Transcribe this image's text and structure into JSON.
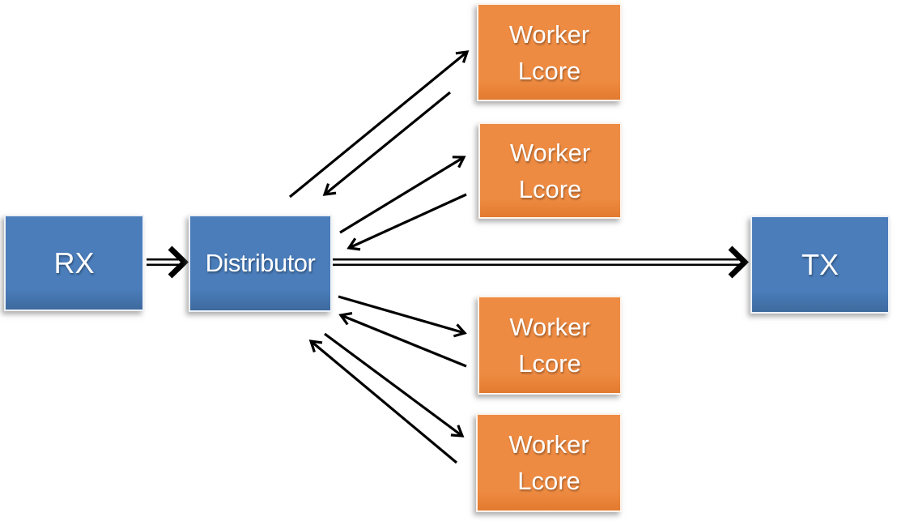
{
  "nodes": {
    "rx": {
      "label": "RX"
    },
    "distributor": {
      "label": "Distributor"
    },
    "tx": {
      "label": "TX"
    },
    "workers": [
      {
        "line1": "Worker",
        "line2": "Lcore"
      },
      {
        "line1": "Worker",
        "line2": "Lcore"
      },
      {
        "line1": "Worker",
        "line2": "Lcore"
      },
      {
        "line1": "Worker",
        "line2": "Lcore"
      }
    ]
  },
  "edges": [
    {
      "from": "RX",
      "to": "Distributor",
      "style": "double-line-arrow"
    },
    {
      "from": "Distributor",
      "to": "TX",
      "style": "double-line-arrow"
    },
    {
      "from": "Distributor",
      "to": "Worker Lcore 1",
      "style": "thin-arrow"
    },
    {
      "from": "Worker Lcore 1",
      "to": "Distributor",
      "style": "thin-arrow"
    },
    {
      "from": "Distributor",
      "to": "Worker Lcore 2",
      "style": "thin-arrow"
    },
    {
      "from": "Worker Lcore 2",
      "to": "Distributor",
      "style": "thin-arrow"
    },
    {
      "from": "Distributor",
      "to": "Worker Lcore 3",
      "style": "thin-arrow"
    },
    {
      "from": "Worker Lcore 3",
      "to": "Distributor",
      "style": "thin-arrow"
    },
    {
      "from": "Distributor",
      "to": "Worker Lcore 4",
      "style": "thin-arrow"
    },
    {
      "from": "Worker Lcore 4",
      "to": "Distributor",
      "style": "thin-arrow"
    }
  ],
  "colors": {
    "node_blue": "#4A7DBA",
    "node_orange": "#EE8B42",
    "arrow_black": "#000000",
    "label_white": "#FFFFFF",
    "background": "#FFFFFF"
  }
}
